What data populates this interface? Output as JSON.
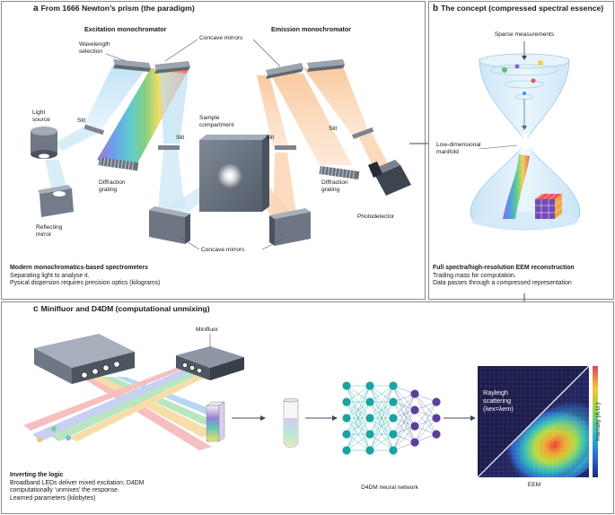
{
  "panel_a": {
    "letter": "a",
    "title": "From 1666 Newton’s prism (the paradigm)",
    "labels": {
      "excitation": "Excitation monochromator",
      "emission": "Emission monochromator",
      "concave_top": "Concave mirrors",
      "concave_bottom": "Concave mirrors",
      "wavelength": "Wavelength selection",
      "light_source": "Light source",
      "slit1": "Slit",
      "slit2": "Slit",
      "slit3": "Slit",
      "slit4": "Slit",
      "sample": "Sample compartment",
      "diffraction1": "Diffraction grating",
      "diffraction2": "Diffraction grating",
      "reflecting": "Reflecting mirror",
      "photodetector": "Photodetector"
    },
    "caption": {
      "heading": "Modern monochromatics-based spectrometers",
      "line1": "Separating light to analyse it.",
      "line2": "Pysical dispersion requires precision optics (kilograms)"
    }
  },
  "panel_b": {
    "letter": "b",
    "title": "The concept (compressed spectral essence)",
    "labels": {
      "sparse": "Sparse measurements",
      "manifold": "Low-dimensional manifold"
    },
    "caption": {
      "heading": "Full spectra/high-resolution EEM reconstruction",
      "line1": "Trading mass for computation.",
      "line2": "Data passes through a compressed representation"
    }
  },
  "panel_c": {
    "letter": "c",
    "title": "Minifluor and D4DM (computational unmixing)",
    "labels": {
      "minifluor": "Minifluor",
      "network": "D4DM neural network",
      "eem": "EEM",
      "rayleigh1": "Rayleigh",
      "rayleigh2": "scattering",
      "rayleigh3": "(λex=λem)",
      "intensity": "Intensity (A.U.)"
    },
    "caption": {
      "heading": "Inverting the logic",
      "line1": "Broadband LEDs deliver mixed excitation; D4DM",
      "line2": "computationally ‘unmixes’ the response.",
      "line3": "Learned parameters (kilobytes)"
    }
  },
  "colors": {
    "excitation_beam": "#8ec9e8",
    "emission_beam": "#f6b27a",
    "network_teal": "#1aa3a3",
    "network_purple": "#5b3f9a",
    "heatmap_bg": "#23245f"
  }
}
